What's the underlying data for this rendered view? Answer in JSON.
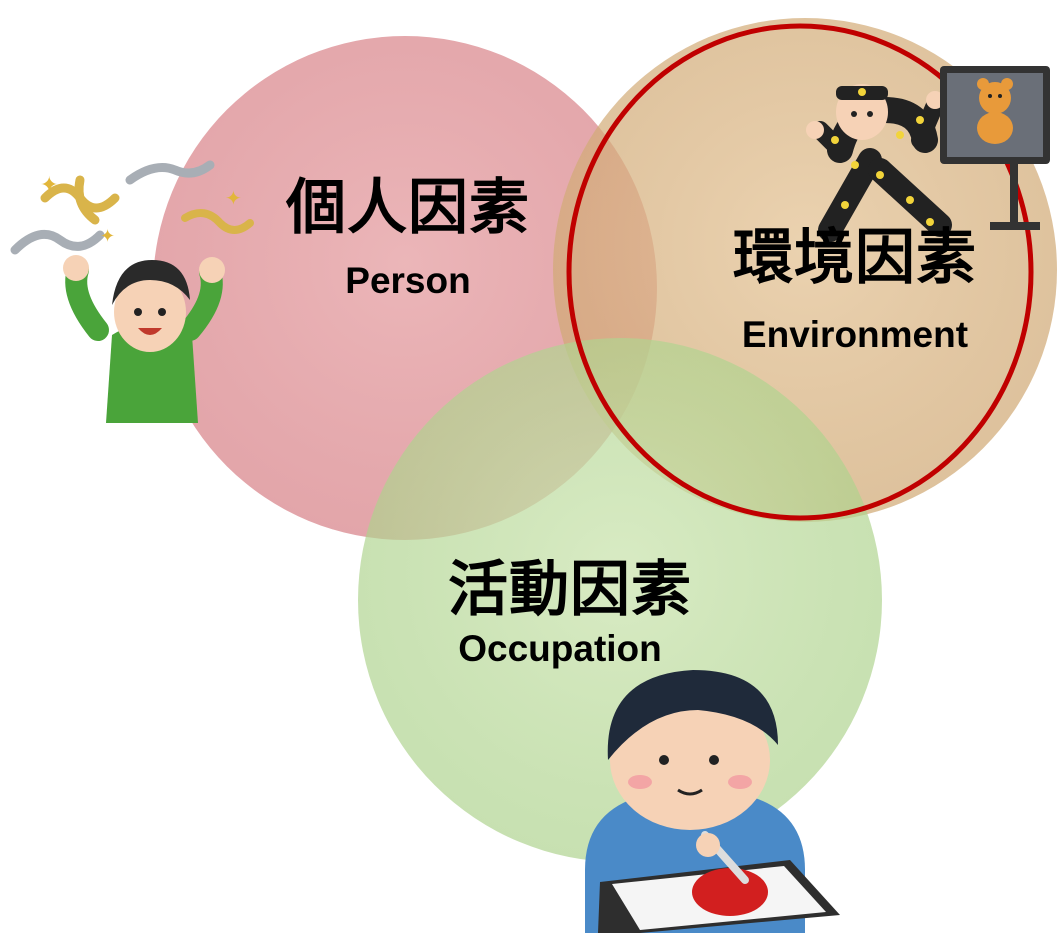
{
  "diagram": {
    "circles": [
      {
        "id": "person",
        "title_jp": "個人因素",
        "title_en": "Person",
        "fill": "#e09a9e"
      },
      {
        "id": "environment",
        "title_jp": "環境因素",
        "title_en": "Environment",
        "fill": "#dcb98c",
        "highlight_ring": "#c00000"
      },
      {
        "id": "occupation",
        "title_jp": "活動因素",
        "title_en": "Occupation",
        "fill": "#b7d996"
      }
    ]
  },
  "colors": {
    "person": "#e09a9e",
    "environment": "#dcb98c",
    "occupation": "#b7d996",
    "highlight": "#c00000"
  },
  "illustrations": [
    "celebrating-person-icon",
    "motion-capture-person-icon",
    "monitor-bear-icon",
    "tablet-drawing-person-icon"
  ]
}
